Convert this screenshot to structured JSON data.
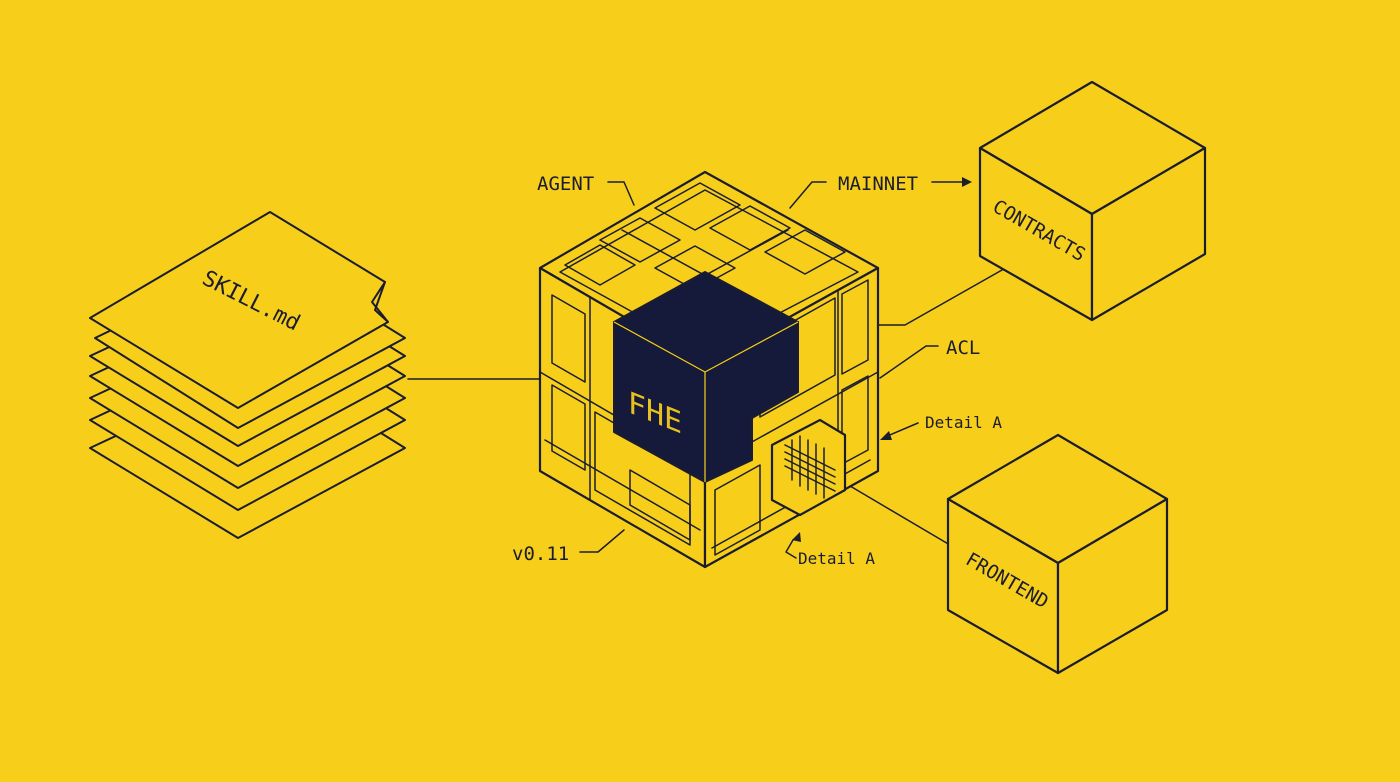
{
  "colors": {
    "background": "#F7CF1B",
    "ink": "#1B1D2E",
    "core": "#151A3A",
    "core_text": "#E8C21C"
  },
  "document_stack": {
    "label": "SKILL.md",
    "icon": "document-stack-icon"
  },
  "hub": {
    "core_label": "FHE",
    "labels": {
      "agent": "AGENT",
      "mainnet": "MAINNET",
      "acl": "ACL",
      "detail_a_upper": "Detail A",
      "detail_a_lower": "Detail A",
      "version": "v0.11"
    }
  },
  "boxes": {
    "contracts": {
      "label": "CONTRACTS",
      "icon": "cube-icon"
    },
    "frontend": {
      "label": "FRONTEND",
      "icon": "cube-icon"
    }
  }
}
